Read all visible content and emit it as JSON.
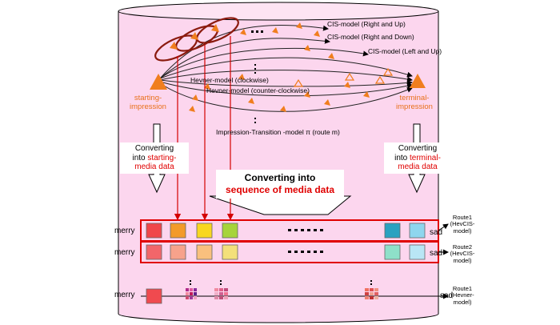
{
  "models": {
    "cis_right_up": "CIS-model (Right and Up)",
    "cis_right_down": "CIS-model (Right and Down)",
    "cis_left_up": "CIS-model (Left and Up)",
    "hevner_cw": "Hevner-model (clockwise)",
    "hevner_ccw": "Hevner-model (counter-clockwise)",
    "transition": "Impression-Transition -model π (route m)"
  },
  "start": {
    "line1": "starting-",
    "line2": "impression"
  },
  "end": {
    "line1": "terminal-",
    "line2": "impression"
  },
  "convert_left": {
    "line1": "Converting",
    "line2_a": "into ",
    "line2_b": "starting-",
    "line3": "media data"
  },
  "convert_right": {
    "line1": "Converting",
    "line2_a": "into ",
    "line2_b": "terminal-",
    "line3": "media data"
  },
  "convert_center": {
    "line1": "Converting into",
    "line2": "sequence of media data"
  },
  "rows": [
    {
      "left": "merry",
      "right": "sad",
      "route_l1": "Route1",
      "route_l2": "(HevCIS-",
      "route_l3": "model)"
    },
    {
      "left": "merry",
      "right": "sad",
      "route_l1": "Route2",
      "route_l2": "(HevCIS-",
      "route_l3": "model)"
    },
    {
      "left": "merry",
      "right": "sad",
      "route_l1": "Route1",
      "route_l2": "(Hevner-",
      "route_l3": "model)"
    }
  ],
  "colors": {
    "cylinder": "#fcd6ee",
    "orange": "#f07e1e",
    "red": "#e00000",
    "row1_cells": [
      "#f0464a",
      "#f39a2a",
      "#f8d71f",
      "#a7d43a",
      "#2aa2c0",
      "#8ed6ee"
    ],
    "row2_cells": [
      "#f2666a",
      "#f7a28b",
      "#f9c07e",
      "#f3e07a",
      "#8ee0c9",
      "#b9e6f5"
    ],
    "row3_cells": [
      "#f04a4f"
    ]
  }
}
